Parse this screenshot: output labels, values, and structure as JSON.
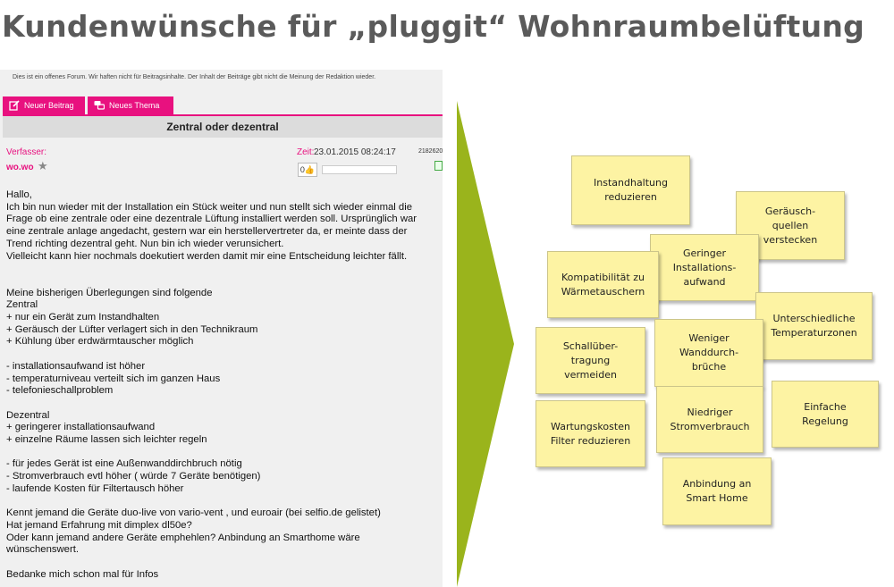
{
  "slide": {
    "title": "Kundenwünsche für „pluggit“ Wohnraumbelüftung"
  },
  "forum": {
    "disclaimer": "Dies ist ein offenes Forum. Wir haften nicht für Beitragsinhalte. Der Inhalt der Beiträge gibt nicht die Meinung der Redaktion wieder.",
    "tabs": [
      {
        "label": "Neuer Beitrag",
        "icon": "edit-icon"
      },
      {
        "label": "Neues Thema",
        "icon": "speech-bubbles-icon"
      }
    ],
    "topic_title": "Zentral oder dezentral",
    "post": {
      "author_label": "Verfasser:",
      "author": "wo.wo",
      "time_label": "Zeit:",
      "time": "23.01.2015 08:24:17",
      "post_id": "2182620",
      "likes": "0",
      "body": "Hallo,\nIch bin nun wieder mit der Installation ein Stück weiter und nun stellt sich wieder einmal die\nFrage ob eine zentrale oder eine dezentrale Lüftung installiert werden soll. Ursprünglich war\neine zentrale anlage angedacht, gestern war ein herstellervertreter da, er meinte dass der\nTrend richting dezentral geht. Nun bin ich wieder verunsichert.\nVielleicht kann hier nochmals doekutiert werden damit mir eine Entscheidung leichter fällt.\n\n\nMeine bisherigen Überlegungen sind folgende\nZentral\n+ nur ein Gerät zum Instandhalten\n+ Geräusch der Lüfter verlagert sich in den Technikraum\n+ Kühlung über erdwärmtauscher möglich\n\n- installationsaufwand ist höher\n- temperaturniveau verteilt sich im ganzen Haus\n- telefonieschallproblem\n\nDezentral\n+ geringerer installationsaufwand\n+ einzelne Räume lassen sich leichter regeln\n\n- für jedes Gerät ist eine Außenwanddirchbruch nötig\n- Stromverbrauch evtl höher ( würde 7 Geräte benötigen)\n- laufende Kosten für Filtertausch höher\n\nKennt jemand die Geräte duo-live von vario-vent , und euroair (bei selfio.de gelistet)\nHat jemand Erfahrung mit dimplex dl50e?\nOder kann jemand andere Geräte emphehlen? Anbindung an Smarthome wäre\nwünschenswert.\n\nBedanke mich schon mal für Infos"
    }
  },
  "colors": {
    "accent": "#e8117f",
    "arrow": "#9ab41c",
    "note": "#fdf3a3",
    "title": "#5a5a5a"
  },
  "notes": [
    {
      "text": "Instandhaltung\nreduzieren"
    },
    {
      "text": "Geräusch-\nquellen\nverstecken"
    },
    {
      "text": "Geringer\nInstallations-\naufwand"
    },
    {
      "text": "Kompatibilität zu\nWärmetauschern"
    },
    {
      "text": "Unterschiedliche\nTemperaturzonen"
    },
    {
      "text": "Schallüber-\ntragung\nvermeiden"
    },
    {
      "text": "Weniger\nWanddurch-\nbrüche"
    },
    {
      "text": "Einfache\nRegelung"
    },
    {
      "text": "Niedriger\nStromverbrauch"
    },
    {
      "text": "Wartungskosten\nFilter reduzieren"
    },
    {
      "text": "Anbindung an\nSmart Home"
    }
  ]
}
